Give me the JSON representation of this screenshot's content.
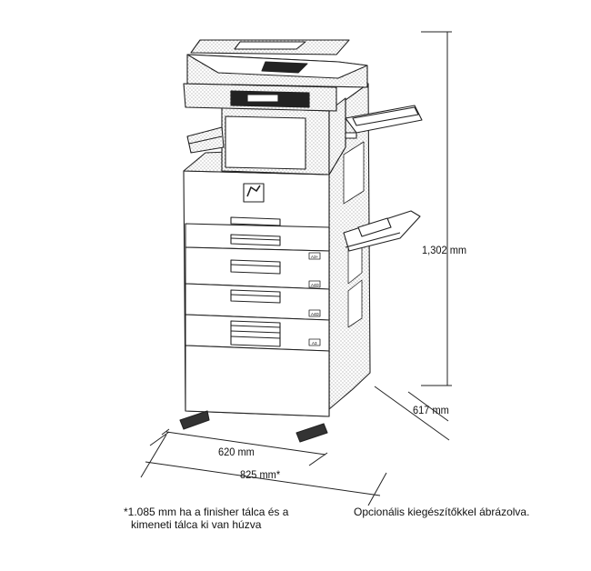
{
  "dimensions": {
    "height": "1,302 mm",
    "depth": "617 mm",
    "width": "620 mm",
    "width_extended": "825 mm*"
  },
  "notes": {
    "footnote_line1": "*1.085 mm ha a finisher tálca és a",
    "footnote_line2": "kimeneti tálca ki van húzva",
    "illustration_note": "Opcionális kiegészítőkkel ábrázolva."
  },
  "tray_labels": [
    "A3+",
    "A4D",
    "A4D",
    "A3"
  ]
}
